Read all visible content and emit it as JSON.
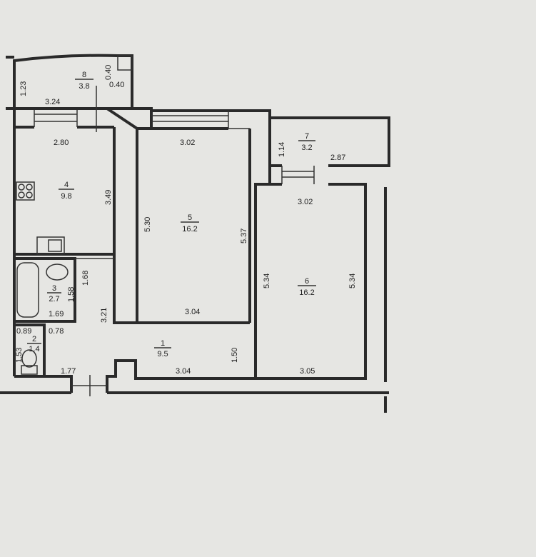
{
  "plan": {
    "rooms": [
      {
        "number": "1",
        "area": "9.5"
      },
      {
        "number": "2",
        "area": "1.4"
      },
      {
        "number": "3",
        "area": "2.7"
      },
      {
        "number": "4",
        "area": "9.8"
      },
      {
        "number": "5",
        "area": "16.2"
      },
      {
        "number": "6",
        "area": "16.2"
      },
      {
        "number": "7",
        "area": "3.2"
      },
      {
        "number": "8",
        "area": "3.8"
      }
    ],
    "dimensions": {
      "balcony8_height": "1.23",
      "balcony8_width": "3.24",
      "balcony8_box_a": "0.40",
      "balcony8_box_b": "0.40",
      "kitchen_width": "2.80",
      "kitchen_depth": "3.49",
      "room5_top": "3.02",
      "room5_left": "5.30",
      "room5_right": "5.37",
      "room5_bottom": "3.04",
      "balcony7_height": "1.14",
      "balcony7_width": "2.87",
      "room6_top": "3.02",
      "room6_left": "5.34",
      "room6_right": "5.34",
      "room6_bottom": "3.05",
      "bath_right": "1.68",
      "bath_height": "1.58",
      "bath_width": "1.69",
      "hall_depth": "3.21",
      "wc_width": "0.89",
      "wc_door": "0.78",
      "wc_height": "1.53",
      "hall_left": "1.77",
      "hall_bottom": "3.04",
      "hall_right": "1.50"
    }
  }
}
